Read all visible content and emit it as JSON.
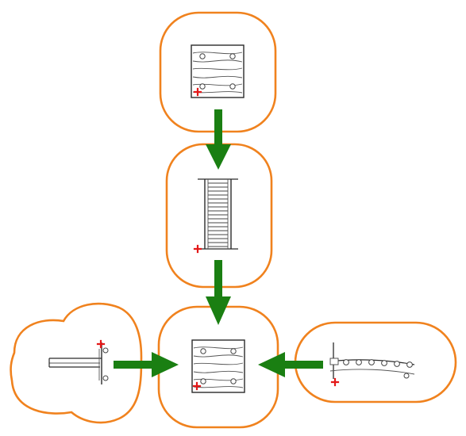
{
  "colors": {
    "background": "#ffffff",
    "outline": "#f0821e",
    "arrow": "#1a7f12",
    "symbol_line": "#2b2b2b",
    "origin_marker": "#e31818"
  },
  "nodes": [
    {
      "id": "top-plate",
      "icon": "plate-component-icon",
      "shape": "rounded-rect"
    },
    {
      "id": "middle-ladder",
      "icon": "ladder-component-icon",
      "shape": "rounded-rect"
    },
    {
      "id": "bottom-plate",
      "icon": "plate-component-icon",
      "shape": "rounded-rect"
    },
    {
      "id": "left-bracket",
      "icon": "bracket-component-icon",
      "shape": "blob"
    },
    {
      "id": "right-conveyor",
      "icon": "conveyor-component-icon",
      "shape": "stadium"
    }
  ],
  "edges": [
    {
      "from": "top-plate",
      "to": "middle-ladder"
    },
    {
      "from": "middle-ladder",
      "to": "bottom-plate"
    },
    {
      "from": "left-bracket",
      "to": "bottom-plate"
    },
    {
      "from": "right-conveyor",
      "to": "bottom-plate"
    }
  ]
}
